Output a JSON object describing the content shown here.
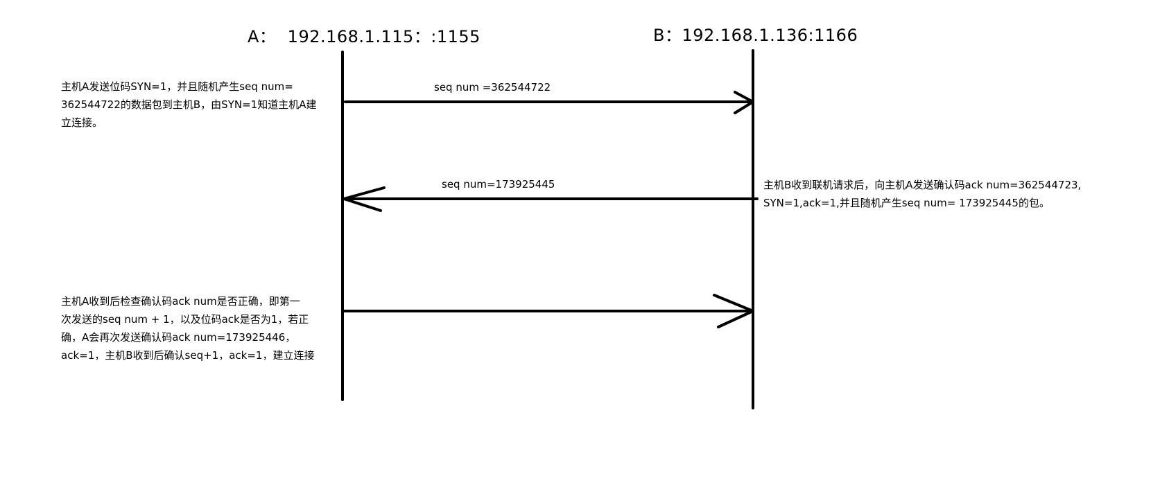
{
  "hosts": {
    "a": {
      "label": "A：  192.168.1.115：:1155"
    },
    "b": {
      "label": "B：192.168.1.136:1166"
    }
  },
  "messages": [
    {
      "label": "seq num =362544722",
      "direction": "A-to-B"
    },
    {
      "label": "seq num=173925445",
      "direction": "B-to-A"
    },
    {
      "label": "",
      "direction": "A-to-B"
    }
  ],
  "notes": {
    "step1": [
      "主机A发送位码SYN=1，并且随机产生seq num=",
      "362544722的数据包到主机B，由SYN=1知道主机A建",
      "立连接。"
    ],
    "step2": [
      "主机B收到联机请求后，向主机A发送确认码ack num=362544723,",
      "SYN=1,ack=1,并且随机产生seq num= 173925445的包。"
    ],
    "step3": [
      "主机A收到后检查确认码ack num是否正确，即第一",
      "次发送的seq num + 1，以及位码ack是否为1，若正",
      "确，A会再次发送确认码ack num=173925446，",
      "ack=1，主机B收到后确认seq+1，ack=1，建立连接"
    ]
  }
}
